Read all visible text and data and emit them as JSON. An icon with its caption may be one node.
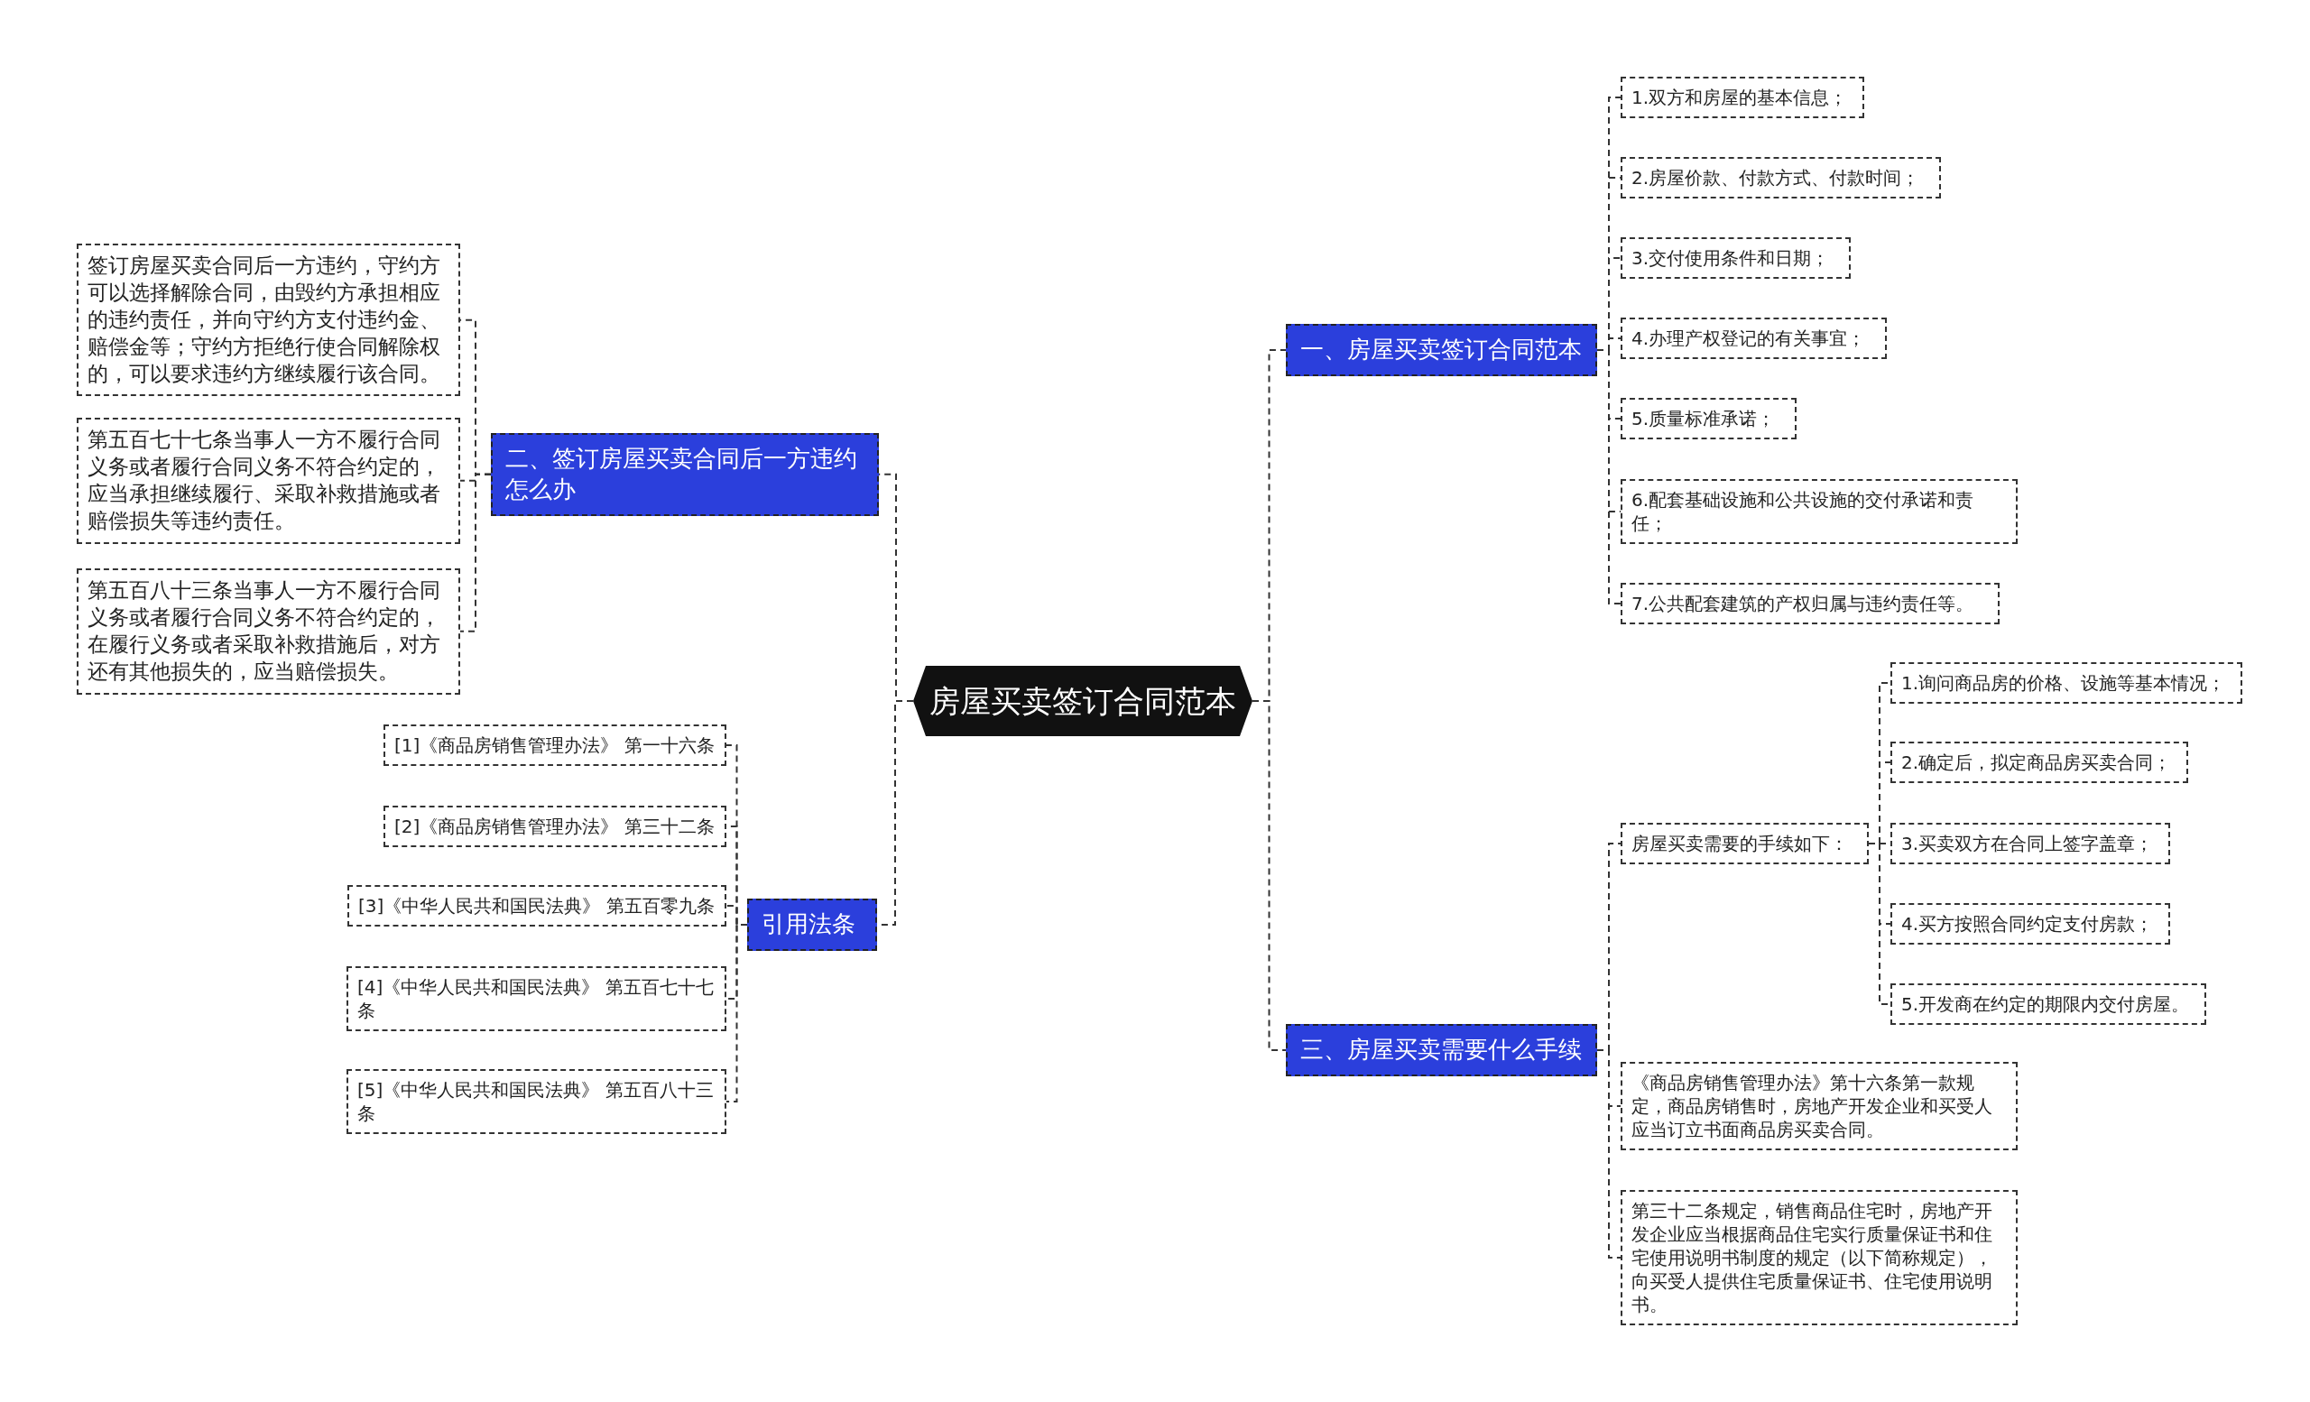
{
  "diagram": {
    "nodes": [
      {
        "text": [
          "房屋买卖签订合同范本"
        ]
      },
      {
        "text": [
          "一、房屋买卖签订合同范本"
        ]
      },
      {
        "text": [
          "1.双方和房屋的基本信息；"
        ]
      },
      {
        "text": [
          "2.房屋价款、付款方式、付款时间；"
        ]
      },
      {
        "text": [
          "3.交付使用条件和日期；"
        ]
      },
      {
        "text": [
          "4.办理产权登记的有关事宜；"
        ]
      },
      {
        "text": [
          "5.质量标准承诺；"
        ]
      },
      {
        "text": [
          "6.配套基础设施和公共设施的交付承诺和责任；"
        ]
      },
      {
        "text": [
          "7.公共配套建筑的产权归属与违约责任等。"
        ]
      },
      {
        "text": [
          "二、签订房屋买卖合同后一方违约怎么办"
        ]
      },
      {
        "text": [
          "签订房屋买卖合同后一方违约，守约方可以选择解除合同，由毁约方承担相应的违约责任，并向守约方支付违约金、赔偿金等；守约方拒绝行使合同解除权的，可以要求违约方继续履行该合同。"
        ]
      },
      {
        "text": [
          "第五百七十七条当事人一方不履行合同义务或者履行合同义务不符合约定的，应当承担继续履行、采取补救措施或者赔偿损失等违约责任。"
        ]
      },
      {
        "text": [
          "第五百八十三条当事人一方不履行合同义务或者履行合同义务不符合约定的，在履行义务或者采取补救措施后，对方还有其他损失的，应当赔偿损失。"
        ]
      },
      {
        "text": [
          "引用法条"
        ]
      },
      {
        "text": [
          "[1]《商品房销售管理办法》 第一十六条"
        ]
      },
      {
        "text": [
          "[2]《商品房销售管理办法》 第三十二条"
        ]
      },
      {
        "text": [
          "[3]《中华人民共和国民法典》 第五百零九条"
        ]
      },
      {
        "text": [
          "[4]《中华人民共和国民法典》 第五百七十七条"
        ]
      },
      {
        "text": [
          "[5]《中华人民共和国民法典》 第五百八十三条"
        ]
      },
      {
        "text": [
          "三、房屋买卖需要什么手续"
        ]
      },
      {
        "text": [
          "房屋买卖需要的手续如下："
        ]
      },
      {
        "text": [
          "1.询问商品房的价格、设施等基本情况；"
        ]
      },
      {
        "text": [
          "2.确定后，拟定商品房买卖合同；"
        ]
      },
      {
        "text": [
          "3.买卖双方在合同上签字盖章；"
        ]
      },
      {
        "text": [
          "4.买方按照合同约定支付房款；"
        ]
      },
      {
        "text": [
          "5.开发商在约定的期限内交付房屋。"
        ]
      },
      {
        "text": [
          "《商品房销售管理办法》第十六条第一款规定，商品房销售时，房地产开发企业和买受人应当订立书面商品房买卖合同。"
        ]
      },
      {
        "text": [
          "第三十二条规定，销售商品住宅时，房地产开发企业应当根据商品住宅实行质量保证书和住宅使用说明书制度的规定（以下简称规定），向买受人提供住宅质量保证书、住宅使用说明书。"
        ]
      }
    ],
    "edges": [
      {
        "from": 0,
        "to": 1,
        "arrow": "none"
      },
      {
        "from": 1,
        "to": 2,
        "arrow": "none"
      },
      {
        "from": 1,
        "to": 3,
        "arrow": "none"
      },
      {
        "from": 1,
        "to": 4,
        "arrow": "none"
      },
      {
        "from": 1,
        "to": 5,
        "arrow": "none"
      },
      {
        "from": 1,
        "to": 6,
        "arrow": "none"
      },
      {
        "from": 1,
        "to": 7,
        "arrow": "none"
      },
      {
        "from": 1,
        "to": 8,
        "arrow": "none"
      },
      {
        "from": 0,
        "to": 9,
        "arrow": "none"
      },
      {
        "from": 9,
        "to": 10,
        "arrow": "none"
      },
      {
        "from": 9,
        "to": 11,
        "arrow": "none"
      },
      {
        "from": 9,
        "to": 12,
        "arrow": "none"
      },
      {
        "from": 0,
        "to": 13,
        "arrow": "none"
      },
      {
        "from": 13,
        "to": 14,
        "arrow": "none"
      },
      {
        "from": 13,
        "to": 15,
        "arrow": "none"
      },
      {
        "from": 13,
        "to": 16,
        "arrow": "none"
      },
      {
        "from": 13,
        "to": 17,
        "arrow": "none"
      },
      {
        "from": 13,
        "to": 18,
        "arrow": "none"
      },
      {
        "from": 0,
        "to": 19,
        "arrow": "none"
      },
      {
        "from": 19,
        "to": 20,
        "arrow": "none"
      },
      {
        "from": 20,
        "to": 21,
        "arrow": "none"
      },
      {
        "from": 20,
        "to": 22,
        "arrow": "none"
      },
      {
        "from": 20,
        "to": 23,
        "arrow": "none"
      },
      {
        "from": 20,
        "to": 24,
        "arrow": "none"
      },
      {
        "from": 20,
        "to": 25,
        "arrow": "none"
      },
      {
        "from": 19,
        "to": 26,
        "arrow": "none"
      },
      {
        "from": 19,
        "to": 27,
        "arrow": "none"
      }
    ]
  }
}
